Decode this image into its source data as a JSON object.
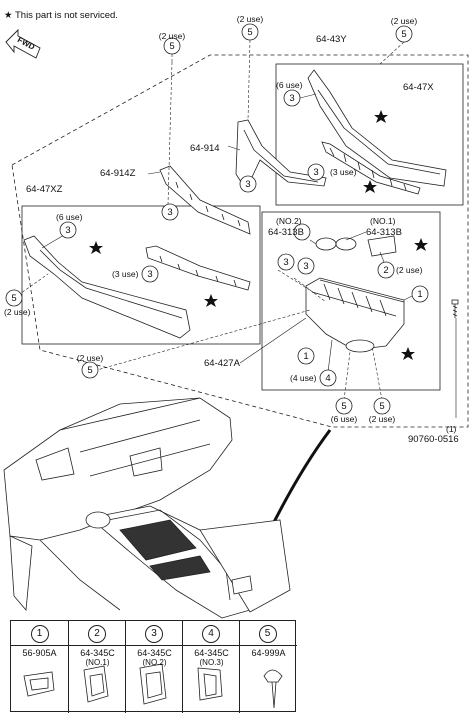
{
  "note": "★ This part is not serviced.",
  "fwd": "FWD",
  "labels": {
    "p6443y": "64-43Y",
    "p6447x": "64-47X",
    "p64914": "64-914",
    "p64914z": "64-914Z",
    "p6447xz": "64-47XZ",
    "p64313b_no2_a": "(NO.2)",
    "p64313b_no2_b": "64-313B",
    "p64313b_no1_a": "(NO.1)",
    "p64313b_no1_b": "64-313B",
    "p64427a": "64-427A",
    "bolt_a": "(1)",
    "bolt_b": "90760-0516"
  },
  "uses": {
    "two_use": "(2 use)",
    "six_use": "(6 use)",
    "three_use": "(3 use)",
    "four_use": "(4 use)"
  },
  "callouts": [
    "1",
    "2",
    "3",
    "4",
    "5"
  ],
  "legend": [
    {
      "num": "1",
      "code": "56-905A",
      "sub": ""
    },
    {
      "num": "2",
      "code": "64-345C",
      "sub": "(NO.1)"
    },
    {
      "num": "3",
      "code": "64-345C",
      "sub": "(NO.2)"
    },
    {
      "num": "4",
      "code": "64-345C",
      "sub": "(NO.3)"
    },
    {
      "num": "5",
      "code": "64-999A",
      "sub": ""
    }
  ]
}
